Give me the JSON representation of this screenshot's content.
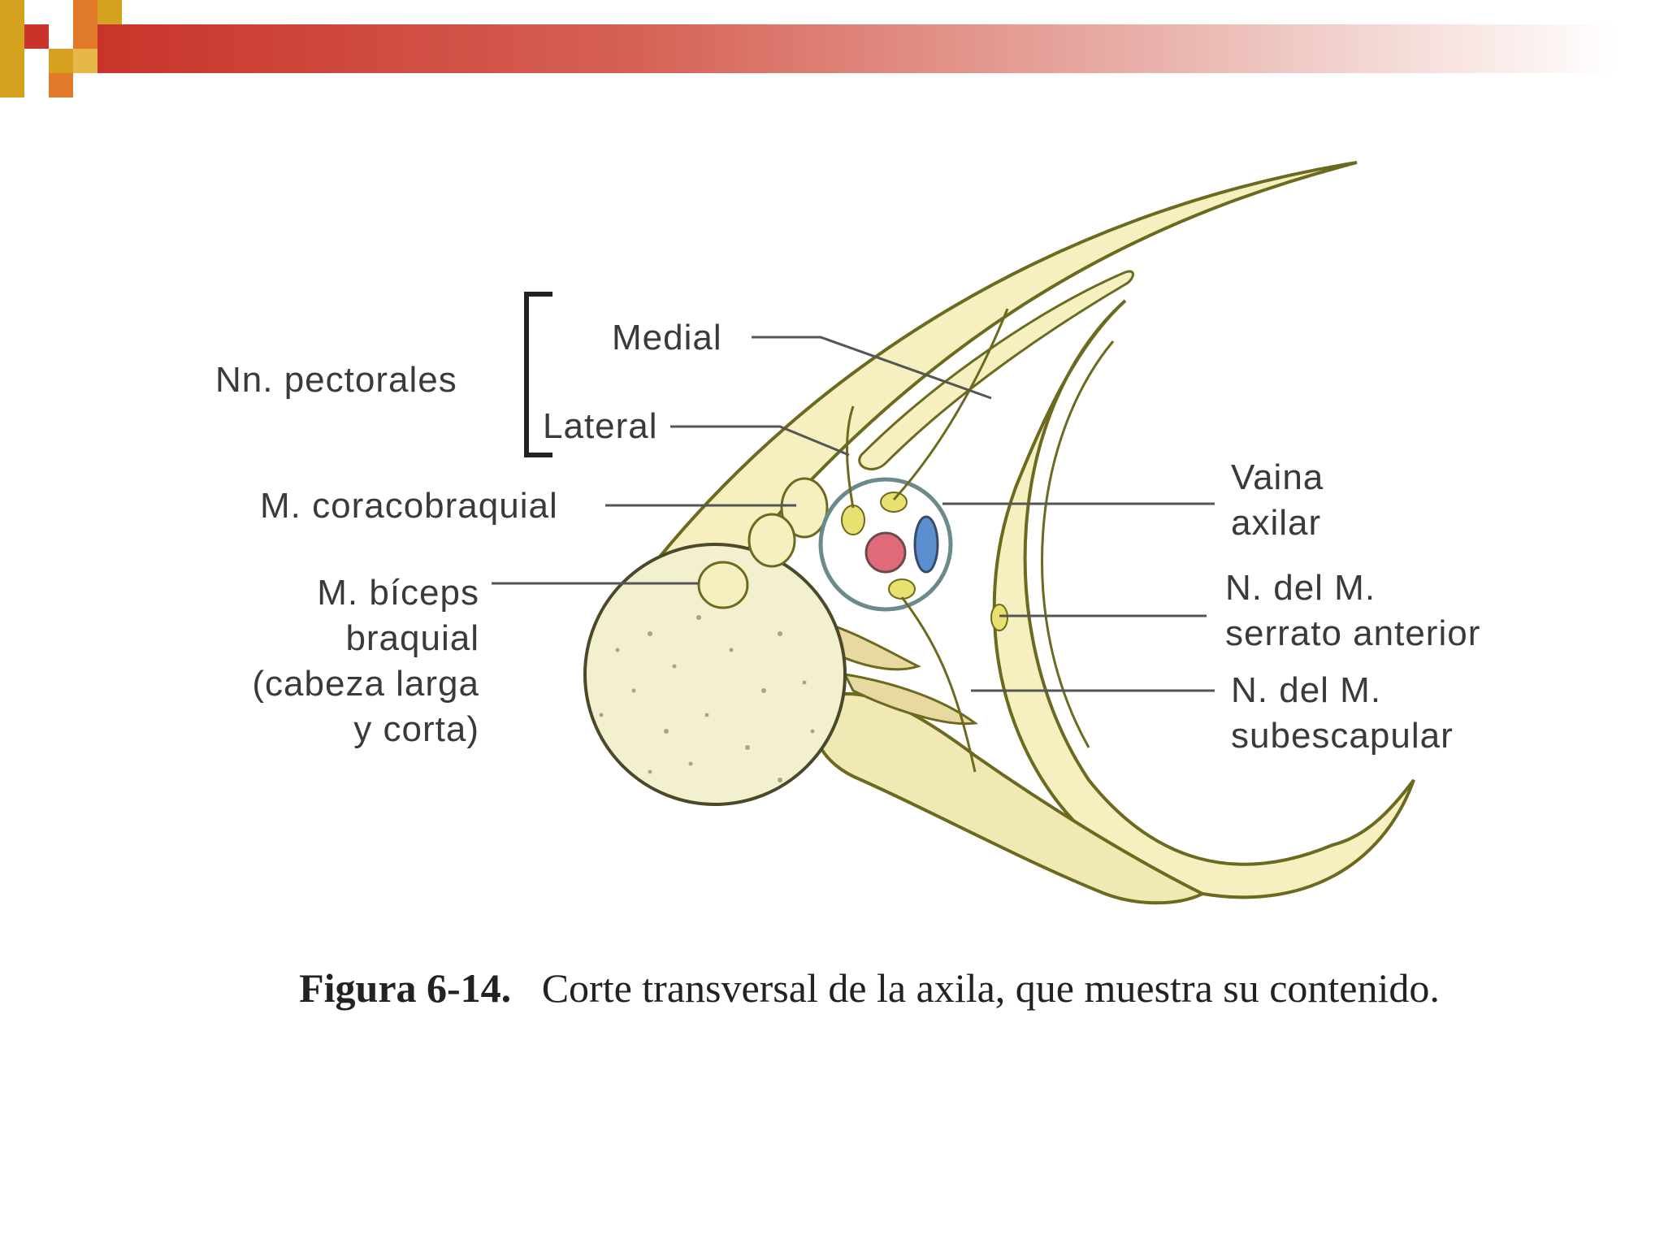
{
  "slide": {
    "accent_color": "#c8342a",
    "deco_colors": [
      "#c8342a",
      "#d4a21f",
      "#e07a2a"
    ]
  },
  "labels": {
    "nn_pectorales": "Nn. pectorales",
    "medial": "Medial",
    "lateral": "Lateral",
    "coracobraquial": "M. coracobraquial",
    "biceps_1": "M. bíceps",
    "biceps_2": "braquial",
    "biceps_3": "(cabeza larga",
    "biceps_4": "y corta)",
    "vaina_1": "Vaina",
    "vaina_2": "axilar",
    "serrato_1": "N. del M.",
    "serrato_2": "serrato anterior",
    "subescapular_1": "N. del M.",
    "subescapular_2": "subescapular"
  },
  "caption": {
    "figure_number": "Figura 6-14.",
    "text": "Corte transversal de la axila, que muestra su contenido."
  }
}
